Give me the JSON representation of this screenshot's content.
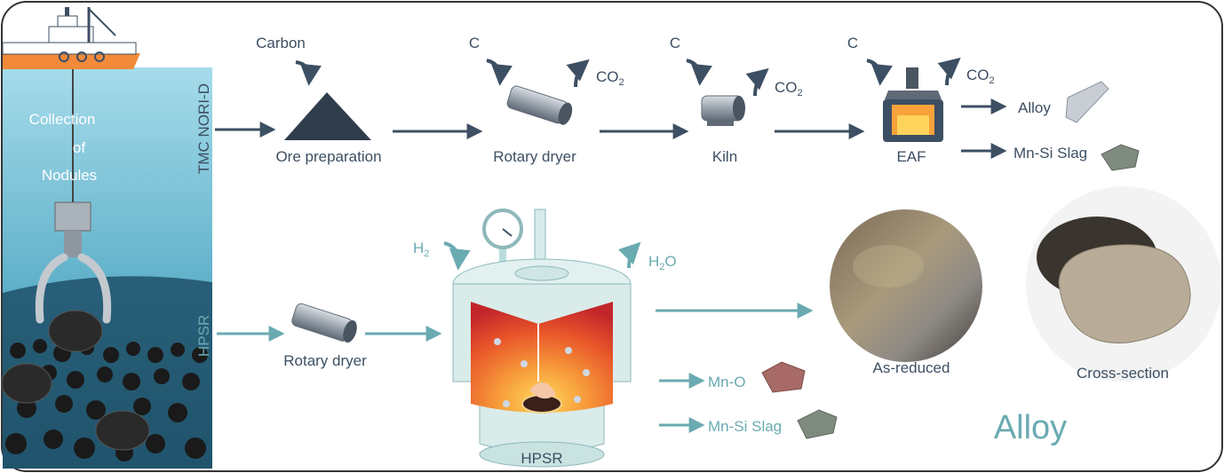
{
  "left_panel": {
    "collection_line1": "Collection",
    "collection_line2": "of",
    "collection_line3": "Nodules"
  },
  "routes": {
    "top_label": "TMC NORI-D",
    "bottom_label": "HPSR"
  },
  "top_route": {
    "carbon": "Carbon",
    "ore_preparation": "Ore preparation",
    "c1": "C",
    "co2_1": "CO",
    "rotary_dryer": "Rotary dryer",
    "c2": "C",
    "co2_2": "CO",
    "kiln": "Kiln",
    "c3": "C",
    "co2_3": "CO",
    "eaf": "EAF",
    "alloy": "Alloy",
    "mn_si_slag": "Mn-Si Slag",
    "subscript_2": "2"
  },
  "bottom_route": {
    "h2": "H",
    "h2o_h": "H",
    "h2o_o": "O",
    "subscript_2": "2",
    "rotary_dryer": "Rotary dryer",
    "hpsr": "HPSR",
    "mn_o": "Mn-O",
    "mn_si_slag": "Mn-Si Slag",
    "as_reduced": "As-reduced",
    "cross_section": "Cross-section",
    "alloy_title": "Alloy"
  },
  "colors": {
    "dark_route": "#3d4f63",
    "teal_route": "#6aaab1",
    "ocean_top": "#9fd9e8",
    "ocean_bottom": "#2d6f8c"
  }
}
